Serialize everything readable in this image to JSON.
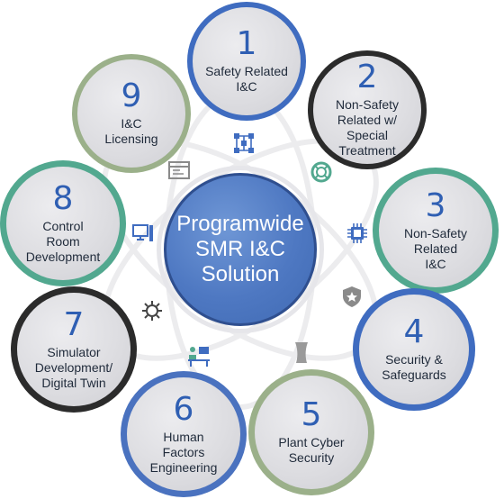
{
  "center": {
    "label": "Programwide\nSMR I&C\nSolution"
  },
  "nodes": [
    {
      "number": "1",
      "label": "Safety Related\nI&C",
      "ring_color": "#3f6cc0"
    },
    {
      "number": "2",
      "label": "Non-Safety\nRelated w/\nSpecial\nTreatment",
      "ring_color": "#2b2b2b"
    },
    {
      "number": "3",
      "label": "Non-Safety\nRelated\nI&C",
      "ring_color": "#52a88f"
    },
    {
      "number": "4",
      "label": "Security &\nSafeguards",
      "ring_color": "#3f6cc0"
    },
    {
      "number": "5",
      "label": "Plant Cyber\nSecurity",
      "ring_color": "#9bb08a"
    },
    {
      "number": "6",
      "label": "Human\nFactors\nEngineering",
      "ring_color": "#4a72bf"
    },
    {
      "number": "7",
      "label": "Simulator\nDevelopment/\nDigital Twin",
      "ring_color": "#2b2b2b"
    },
    {
      "number": "8",
      "label": "Control\nRoom\nDevelopment",
      "ring_color": "#52a88f"
    },
    {
      "number": "9",
      "label": "I&C\nLicensing",
      "ring_color": "#9bb08a"
    }
  ],
  "icons": [
    {
      "name": "circuit-network-icon",
      "color": "#3f6cc0"
    },
    {
      "name": "life-ring-icon",
      "color": "#52a88f"
    },
    {
      "name": "chip-icon",
      "color": "#3f6cc0"
    },
    {
      "name": "shield-star-icon",
      "color": "#8a8a8a"
    },
    {
      "name": "cooling-tower-icon",
      "color": "#9a9a9a"
    },
    {
      "name": "operator-desk-icon",
      "color": "#3f6cc0"
    },
    {
      "name": "gear-icon",
      "color": "#444444"
    },
    {
      "name": "computer-icon",
      "color": "#3f6cc0"
    },
    {
      "name": "document-window-icon",
      "color": "#8a8a8a"
    }
  ]
}
